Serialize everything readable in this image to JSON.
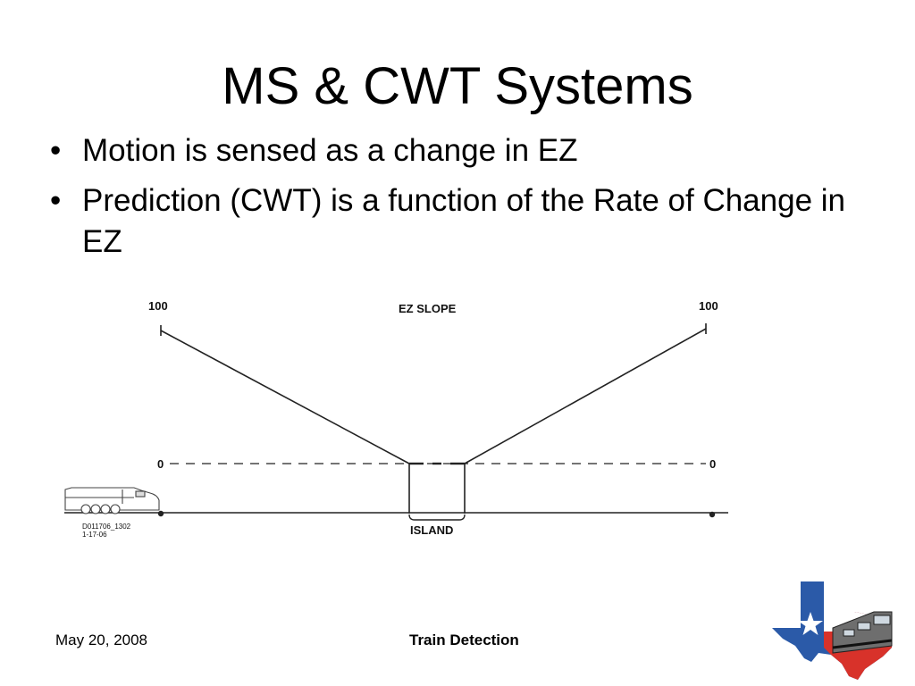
{
  "slide": {
    "title": "MS & CWT Systems",
    "bullets": [
      "Motion is sensed as a change in EZ",
      "Prediction (CWT) is a function of the Rate of Change in EZ"
    ]
  },
  "diagram": {
    "heading": "EZ SLOPE",
    "left_top_label": "100",
    "right_top_label": "100",
    "left_zero_label": "0",
    "right_zero_label": "0",
    "island_label": "ISLAND",
    "caption_line1": "D011706_1302",
    "caption_line2": "1-17-06",
    "line_color": "#222222"
  },
  "footer": {
    "date": "May 20, 2008",
    "title": "Train Detection"
  },
  "logo": {
    "icon": "texas-star-train-logo",
    "colors": {
      "blue": "#2b5aa8",
      "red": "#d8322a",
      "white": "#ffffff"
    }
  }
}
